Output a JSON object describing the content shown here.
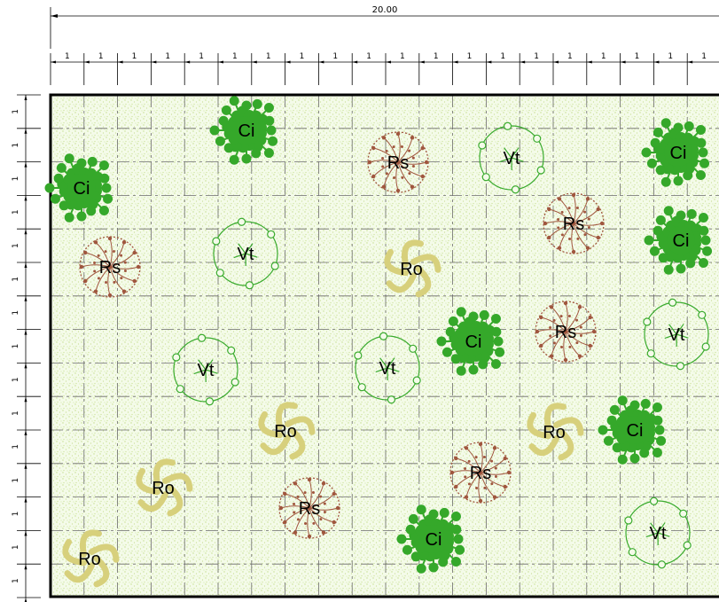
{
  "drawing": {
    "overall_dimension_label": "20.00",
    "module_label": "1",
    "columns": 20,
    "rows": 15,
    "colors": {
      "border": "#000000",
      "ground": "#f4fbe9",
      "stipple": "#c6de8e",
      "grid": "#6a6a6a"
    }
  },
  "plant_types": {
    "Ci": {
      "label": "Ci",
      "icon": "shrub-leafy-icon",
      "color": "#35a82a"
    },
    "Rs": {
      "label": "Rs",
      "icon": "tree-branch-icon",
      "color": "#a0563e"
    },
    "Vt": {
      "label": "Vt",
      "icon": "circle-notched-icon",
      "color": "#3aab2e"
    },
    "Ro": {
      "label": "Ro",
      "icon": "swirl-shrub-icon",
      "color": "#d7d07c"
    }
  },
  "plants": [
    {
      "type": "Ci",
      "label": "Ci"
    },
    {
      "type": "Ci",
      "label": "Ci"
    },
    {
      "type": "Ci",
      "label": "Ci"
    },
    {
      "type": "Ci",
      "label": "Ci"
    },
    {
      "type": "Ci",
      "label": "Ci"
    },
    {
      "type": "Ci",
      "label": "Ci"
    },
    {
      "type": "Ci",
      "label": "Ci"
    },
    {
      "type": "Rs",
      "label": "Rs"
    },
    {
      "type": "Rs",
      "label": "Rs"
    },
    {
      "type": "Rs",
      "label": "Rs"
    },
    {
      "type": "Rs",
      "label": "Rs"
    },
    {
      "type": "Rs",
      "label": "Rs"
    },
    {
      "type": "Rs",
      "label": "Rs"
    },
    {
      "type": "Vt",
      "label": "Vt"
    },
    {
      "type": "Vt",
      "label": "Vt"
    },
    {
      "type": "Vt",
      "label": "Vt"
    },
    {
      "type": "Vt",
      "label": "Vt"
    },
    {
      "type": "Vt",
      "label": "Vt"
    },
    {
      "type": "Vt",
      "label": "Vt"
    },
    {
      "type": "Ro",
      "label": "Ro"
    },
    {
      "type": "Ro",
      "label": "Ro"
    },
    {
      "type": "Ro",
      "label": "Ro"
    },
    {
      "type": "Ro",
      "label": "Ro"
    },
    {
      "type": "Ro",
      "label": "Ro"
    },
    {
      "type": "Ro",
      "label": "Ro"
    }
  ]
}
